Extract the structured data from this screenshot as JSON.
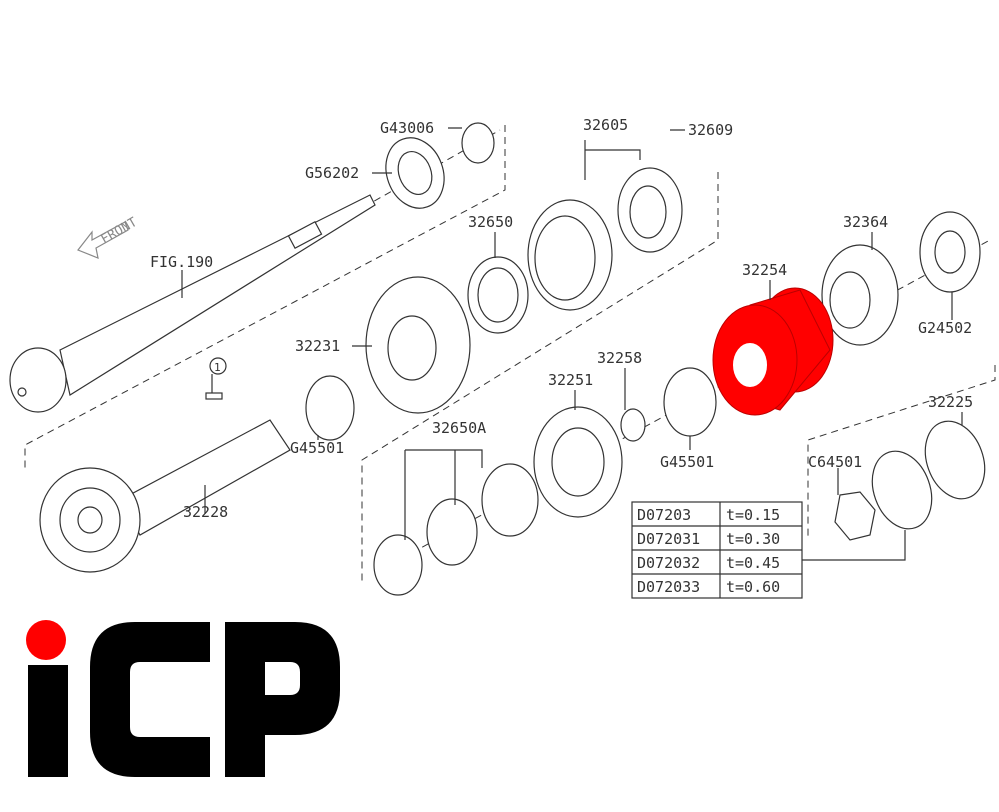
{
  "diagram": {
    "front_label": "FRONT",
    "fig_ref": "FIG.190",
    "labels": {
      "g43006": "G43006",
      "g56202": "G56202",
      "p32605": "32605",
      "p32609": "32609",
      "p32650": "32650",
      "p32364": "32364",
      "p32254": "32254",
      "g24502": "G24502",
      "p32231": "32231",
      "ref1": "1",
      "p32258": "32258",
      "p32251": "32251",
      "g45501a": "G45501",
      "p32650a": "32650A",
      "p32228": "32228",
      "g45501b": "G45501",
      "p32225": "32225",
      "c64501": "C64501"
    },
    "highlight_color": "#ff0000",
    "table": [
      {
        "part": "D07203",
        "thickness": "t=0.15"
      },
      {
        "part": "D072031",
        "thickness": "t=0.30"
      },
      {
        "part": "D072032",
        "thickness": "t=0.45"
      },
      {
        "part": "D072033",
        "thickness": "t=0.60"
      }
    ]
  },
  "logo": {
    "text": "ICP",
    "dot_color": "#ff0000",
    "color": "#000000"
  }
}
